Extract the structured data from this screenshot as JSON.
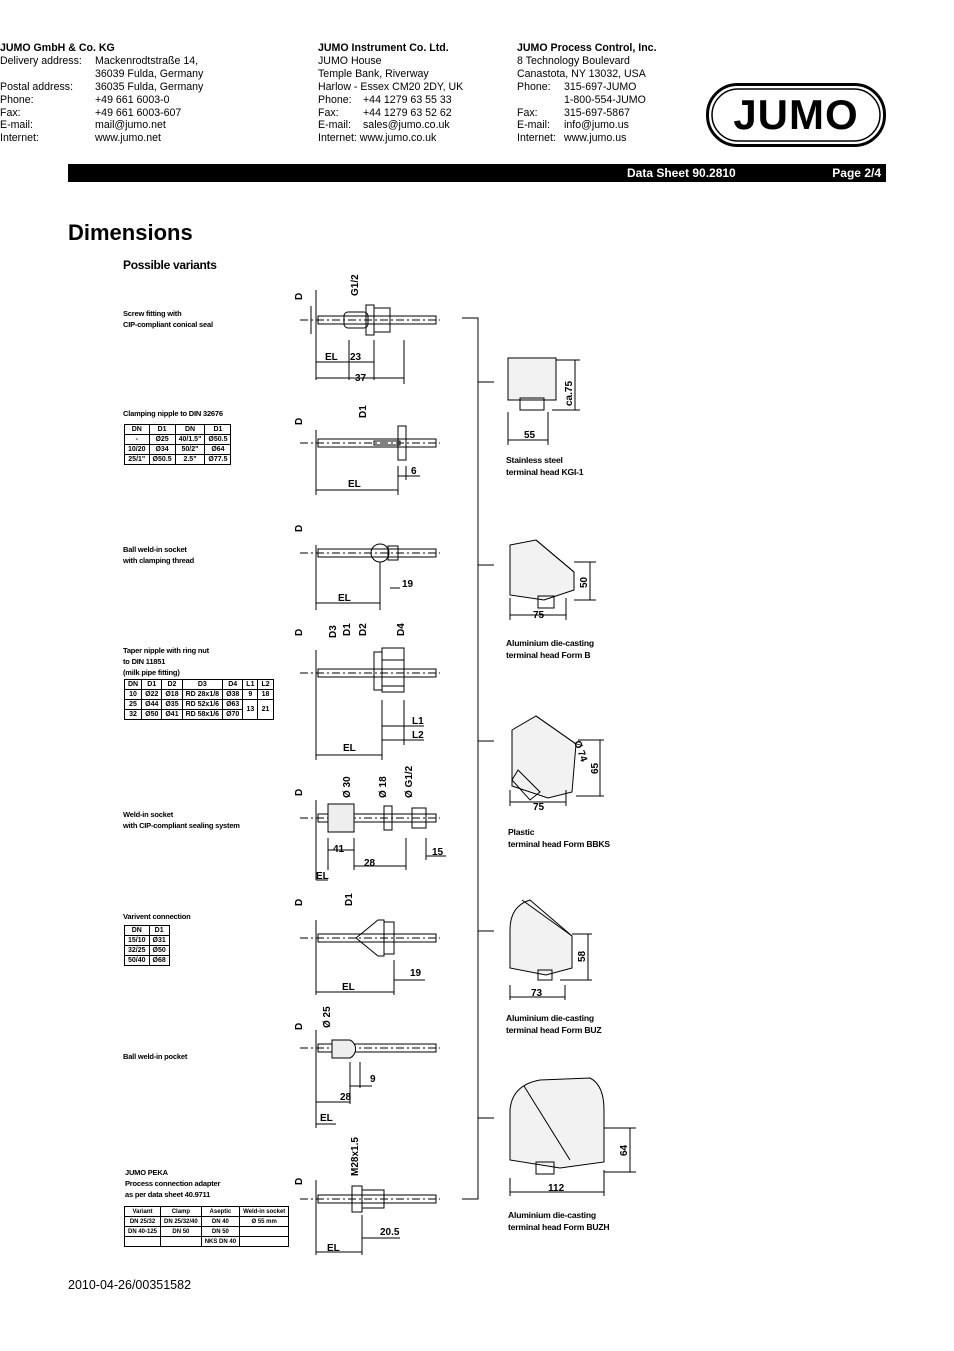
{
  "header": {
    "company1": {
      "name": "JUMO GmbH & Co. KG",
      "rows": [
        {
          "label": "Delivery address:",
          "value": "Mackenrodtstraße 14,"
        },
        {
          "label": "",
          "value": "36039 Fulda, Germany"
        },
        {
          "label": "Postal address:",
          "value": "36035 Fulda, Germany"
        },
        {
          "label": "Phone:",
          "value": "+49 661 6003-0"
        },
        {
          "label": "Fax:",
          "value": "+49 661 6003-607"
        },
        {
          "label": "E-mail:",
          "value": "mail@jumo.net"
        },
        {
          "label": "Internet:",
          "value": "www.jumo.net"
        }
      ]
    },
    "company2": {
      "name": "JUMO Instrument Co. Ltd.",
      "lines": [
        "JUMO House",
        "Temple Bank, Riverway",
        "Harlow - Essex CM20 2DY, UK"
      ],
      "rows": [
        {
          "label": "Phone:",
          "value": "+44 1279 63 55 33"
        },
        {
          "label": "Fax:",
          "value": "+44 1279 63 52 62"
        },
        {
          "label": "E-mail:",
          "value": "sales@jumo.co.uk"
        }
      ],
      "internet": "Internet: www.jumo.co.uk"
    },
    "company3": {
      "name": "JUMO Process Control, Inc.",
      "lines": [
        "8 Technology Boulevard",
        "Canastota, NY 13032, USA"
      ],
      "rows": [
        {
          "label": "Phone:",
          "value": "315-697-JUMO"
        },
        {
          "label": "",
          "value": "1-800-554-JUMO"
        },
        {
          "label": "Fax:",
          "value": "315-697-5867"
        },
        {
          "label": "E-mail:",
          "value": "info@jumo.us"
        },
        {
          "label": "Internet:",
          "value": "www.jumo.us"
        }
      ]
    },
    "logo_text": "JUMO"
  },
  "bar": {
    "datasheet": "Data Sheet 90.2810",
    "page": "Page 2/4"
  },
  "title": "Dimensions",
  "subtitle": "Possible variants",
  "variants": {
    "v1": [
      "Screw fitting with",
      "CIP-compliant conical seal"
    ],
    "v2": [
      "Clamping nipple to DIN 32676"
    ],
    "v3": [
      "Ball weld-in socket",
      "with clamping thread"
    ],
    "v4": [
      "Taper nipple with ring nut",
      "to  DIN 11851",
      "(milk pipe fitting)"
    ],
    "v5": [
      "Weld-in socket",
      "with CIP-compliant sealing system"
    ],
    "v6": [
      "Varivent connection"
    ],
    "v7": [
      "Ball weld-in pocket"
    ],
    "v8": [
      "JUMO PEKA",
      "Process connection adapter",
      "as per data sheet 40.9711"
    ]
  },
  "tables": {
    "clamping": [
      [
        "DN",
        "D1",
        "DN",
        "D1"
      ],
      [
        "-",
        "Ø25",
        "40/1.5\"",
        "Ø50.5"
      ],
      [
        "10/20",
        "Ø34",
        "50/2\"",
        "Ø64"
      ],
      [
        "25/1\"",
        "Ø50.5",
        "2.5\"",
        "Ø77.5"
      ]
    ],
    "taper": [
      [
        "DN",
        "D1",
        "D2",
        "D3",
        "D4",
        "L1",
        "L2"
      ],
      [
        "10",
        "Ø22",
        "Ø18",
        "RD 28x1/8",
        "Ø38",
        "9",
        "18"
      ],
      [
        "25",
        "Ø44",
        "Ø35",
        "RD 52x1/6",
        "Ø63",
        "13",
        "21"
      ],
      [
        "32",
        "Ø50",
        "Ø41",
        "RD 58x1/6",
        "Ø70",
        "",
        ""
      ]
    ],
    "varivent": [
      [
        "DN",
        "D1"
      ],
      [
        "15/10",
        "Ø31"
      ],
      [
        "32/25",
        "Ø50"
      ],
      [
        "50/40",
        "Ø68"
      ]
    ],
    "peka": [
      [
        "Variant",
        "Clamp",
        "Aseptic",
        "Weld-in socket"
      ],
      [
        "DN 25/32",
        "DN 25/32/40",
        "DN 40",
        "Ø 55 mm"
      ],
      [
        "DN 40-125",
        "DN 50",
        "DN 50",
        ""
      ],
      [
        "",
        "",
        "NKS DN 40",
        ""
      ]
    ]
  },
  "heads": {
    "h1": [
      "Stainless steel",
      "terminal head KGI-1"
    ],
    "h2": [
      "Aluminium die-casting",
      "terminal head Form B"
    ],
    "h3": [
      "Plastic",
      "terminal head Form BBKS"
    ],
    "h4": [
      "Aluminium die-casting",
      "terminal head Form BUZ"
    ],
    "h5": [
      "Aluminium die-casting",
      "terminal head Form BUZH"
    ]
  },
  "dims": {
    "v1": {
      "D": "D",
      "G": "G1/2",
      "EL": "EL",
      "a": "23",
      "b": "37"
    },
    "v2": {
      "D": "D",
      "D1": "D1",
      "EL": "EL",
      "a": "6"
    },
    "v3": {
      "D": "D",
      "EL": "EL",
      "a": "19"
    },
    "v4": {
      "D": "D",
      "D3": "D3",
      "D1": "D1",
      "D2": "D2",
      "D4": "D4",
      "L1": "L1",
      "L2": "L2",
      "EL": "EL"
    },
    "v5": {
      "D": "D",
      "d30": "Ø 30",
      "d18": "Ø 18",
      "g": "Ø G1/2",
      "a": "41",
      "b": "28",
      "c": "15",
      "EL": "EL"
    },
    "v6": {
      "D": "D",
      "D1": "D1",
      "a": "19",
      "EL": "EL"
    },
    "v7": {
      "D": "D",
      "d25": "Ø 25",
      "a": "9",
      "b": "28",
      "EL": "EL"
    },
    "v8": {
      "D": "D",
      "m": "M28x1.5",
      "a": "20.5",
      "EL": "EL"
    },
    "h1": {
      "a": "55",
      "b": "ca.75"
    },
    "h2": {
      "a": "75",
      "b": "50"
    },
    "h3": {
      "a": "75",
      "b": "65",
      "c": "Ø 74"
    },
    "h4": {
      "a": "73",
      "b": "58"
    },
    "h5": {
      "a": "112",
      "b": "64"
    }
  },
  "footer": "2010-04-26/00351582"
}
